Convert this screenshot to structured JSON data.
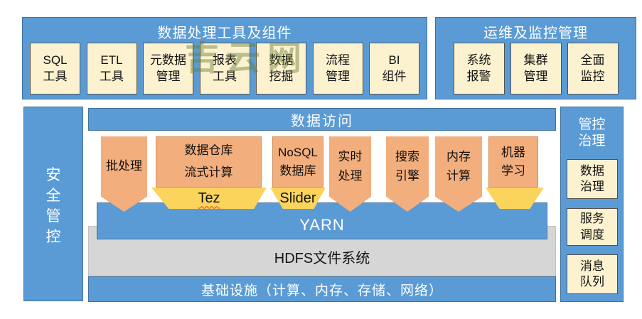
{
  "watermark": "吉云网",
  "colors": {
    "panel_blue": "#5b9bd5",
    "panel_border": "#41719c",
    "cream": "#fdf2d0",
    "orange": "#f2ae7d",
    "yellow": "#fbd45c",
    "gray": "#d6d6d6",
    "watermark_green": "rgba(104,126,53,0.45)"
  },
  "top_left_panel": {
    "title": "数据处理工具及组件",
    "items": [
      "SQL\n工具",
      "ETL\n工具",
      "元数据\n管理",
      "报表\n工具",
      "数据\n挖掘",
      "流程\n管理",
      "BI\n组件"
    ]
  },
  "top_right_panel": {
    "title": "运维及监控管理",
    "items": [
      "系统\n报警",
      "集群\n管理",
      "全面\n监控"
    ]
  },
  "left_bar": {
    "label": "安\n全\n管\n控"
  },
  "right_col": {
    "title": "管控\n治理",
    "items": [
      "数据\n治理",
      "服务\n调度",
      "消息\n队列"
    ]
  },
  "middle": {
    "data_access": "数据访问",
    "engines": [
      "批处理",
      "数据仓库\n流式计算",
      "NoSQL\n数据库",
      "实时\n处理",
      "搜索\n引擎",
      "内存\n计算",
      "机器\n学习"
    ],
    "tez": "Tez",
    "slider": "Slider",
    "yarn": "YARN",
    "hdfs": "HDFS文件系统",
    "infra": "基础设施（计算、内存、存储、网络）"
  }
}
